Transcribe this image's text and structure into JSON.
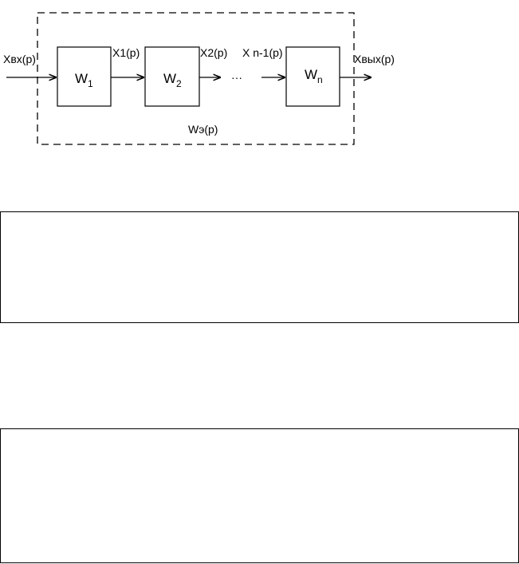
{
  "diagram": {
    "input_label": "Xвх(p)",
    "output_label": "Xвых(p)",
    "equivalent_label": "Wэ(p)",
    "dots": "···",
    "blocks": [
      {
        "main": "W",
        "sub": "1"
      },
      {
        "main": "W",
        "sub": "2"
      },
      {
        "main": "W",
        "sub": "n"
      }
    ],
    "signals": [
      {
        "label": "X1(p)"
      },
      {
        "label": "X2(p)"
      },
      {
        "label": "X n-1(p)"
      }
    ]
  },
  "colors": {
    "line": "#000000",
    "background": "#ffffff"
  }
}
